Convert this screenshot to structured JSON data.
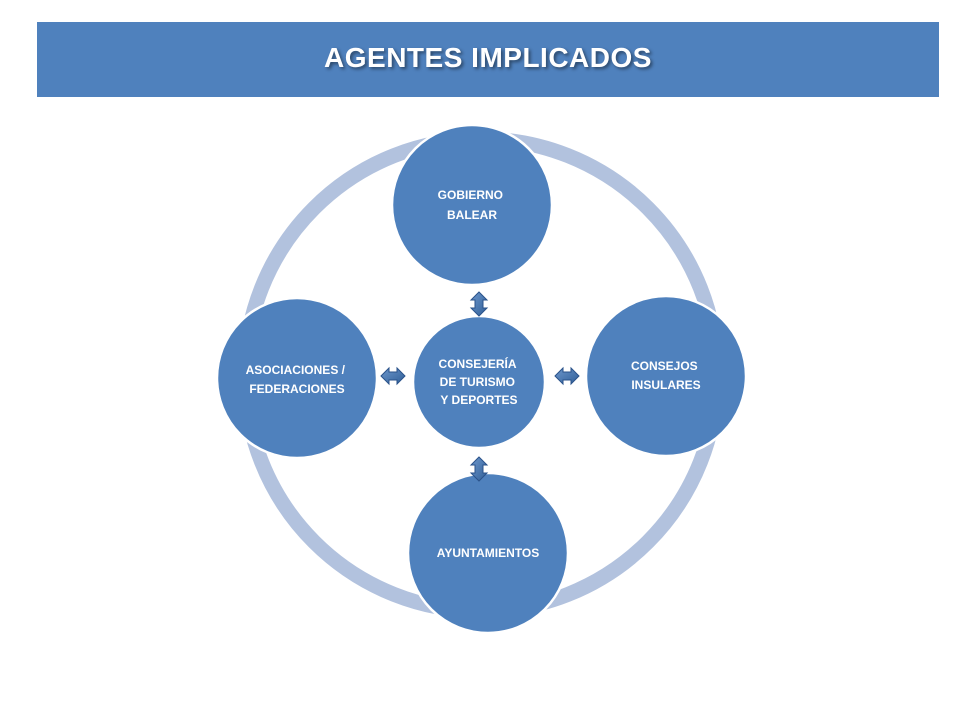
{
  "title": "AGENTES IMPLICADOS",
  "colors": {
    "title_bar": "#4f81bd",
    "node_fill": "#4f81bd",
    "ring": "#b2c2de",
    "arrow": "#4f81bd"
  },
  "center": {
    "lines": [
      "CONSEJERÍA",
      "DE TURISMO",
      "Y DEPORTES"
    ]
  },
  "nodes": {
    "top": {
      "lines": [
        "GOBIERNO",
        "BALEAR"
      ]
    },
    "right": {
      "lines": [
        "CONSEJOS",
        "INSULARES"
      ]
    },
    "bottom": {
      "lines": [
        "AYUNTAMIENTOS"
      ]
    },
    "left": {
      "lines": [
        "ASOCIACIONES /",
        "FEDERACIONES"
      ]
    }
  },
  "connectors": {
    "top": "double-arrow-vertical-icon",
    "bottom": "double-arrow-vertical-icon",
    "left": "double-arrow-horizontal-icon",
    "right": "double-arrow-horizontal-icon"
  }
}
